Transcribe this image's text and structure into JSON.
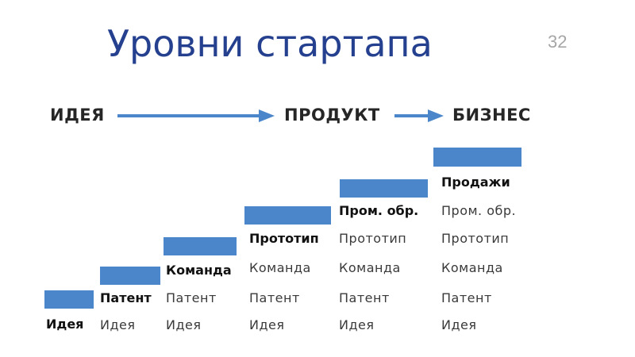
{
  "slide": {
    "title": "Уровни стартапа",
    "page_number": "32",
    "accent_color": "#4a86c9"
  },
  "stages": {
    "idea": "ИДЕЯ",
    "product": "ПРОДУКТ",
    "business": "БИЗНЕС"
  },
  "steps": [
    {
      "items": [
        "Идея"
      ]
    },
    {
      "items": [
        "Патент",
        "Идея"
      ]
    },
    {
      "items": [
        "Команда",
        "Патент",
        "Идея"
      ]
    },
    {
      "items": [
        "Прототип",
        "Команда",
        "Патент",
        "Идея"
      ]
    },
    {
      "items": [
        "Пром. обр.",
        "Прототип",
        "Команда",
        "Патент",
        "Идея"
      ]
    },
    {
      "items": [
        "Продажи",
        "Пром. обр.",
        "Прототип",
        "Команда",
        "Патент",
        "Идея"
      ]
    }
  ]
}
